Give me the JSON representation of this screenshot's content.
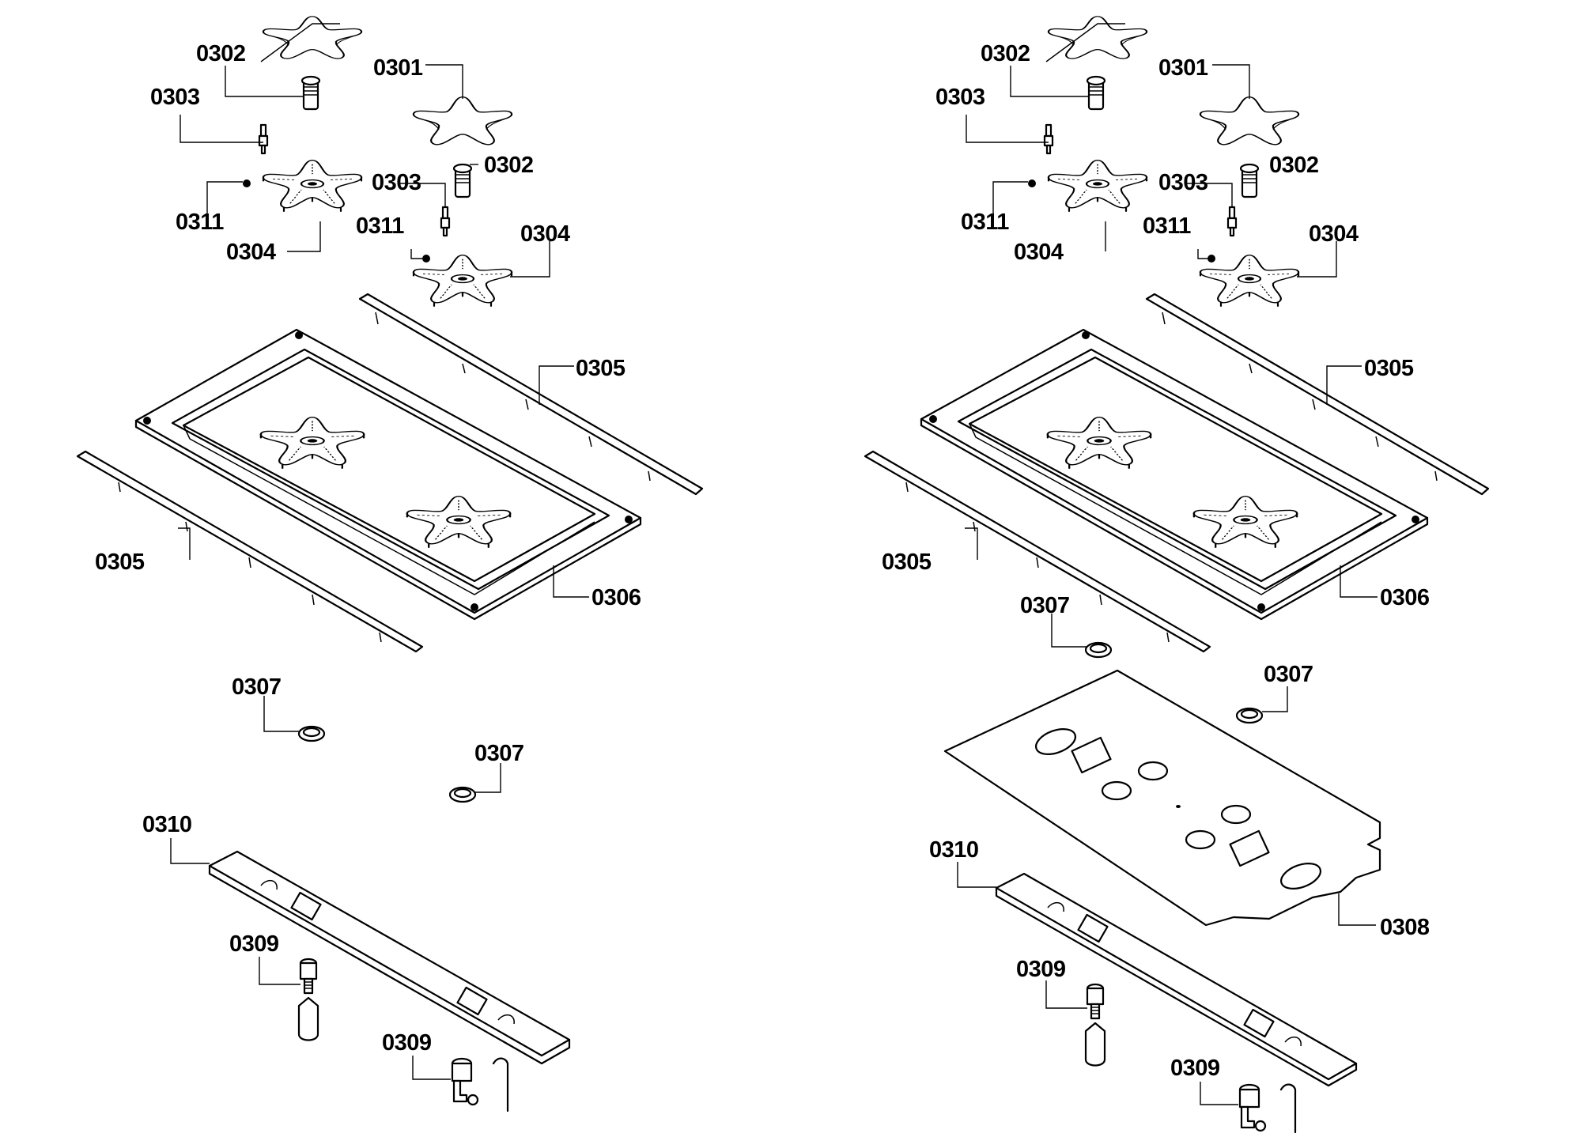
{
  "parts": {
    "p0301": "0301",
    "p0302": "0302",
    "p0303": "0303",
    "p0304": "0304",
    "p0305": "0305",
    "p0306": "0306",
    "p0307": "0307",
    "p0308": "0308",
    "p0309": "0309",
    "p0310": "0310",
    "p0311": "0311"
  }
}
